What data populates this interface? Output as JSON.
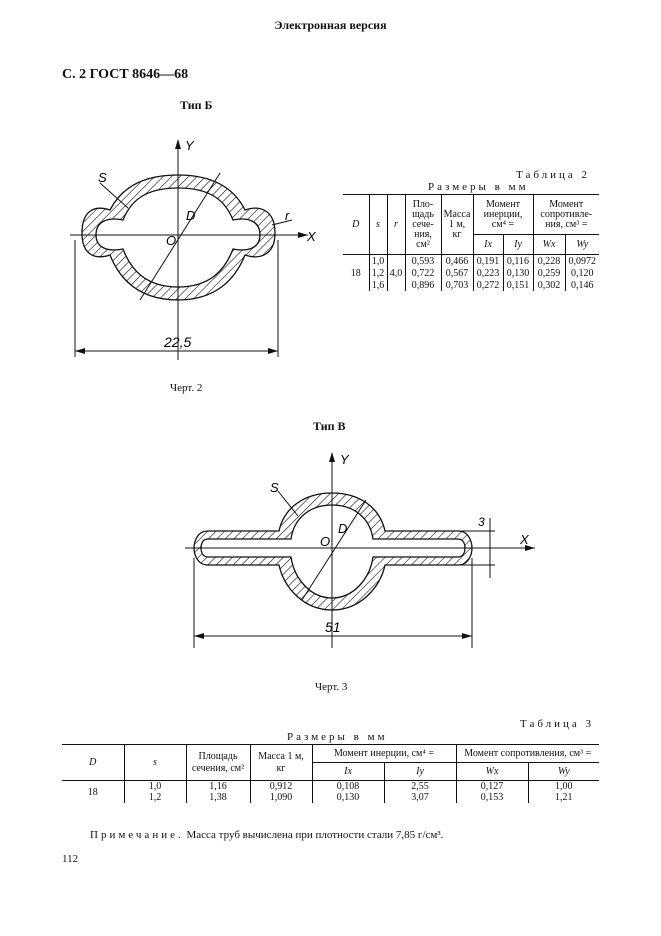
{
  "top_label": "Электронная версия",
  "header": "С. 2 ГОСТ 8646—68",
  "fig2": {
    "type_label": "Тип Б",
    "caption": "Черт. 2",
    "dims": {
      "s": "S",
      "r": "r",
      "D": "D",
      "O": "O",
      "Y": "Y",
      "X": "X",
      "width": "22,5"
    }
  },
  "fig3": {
    "type_label": "Тип В",
    "caption": "Черт. 3",
    "dims": {
      "s": "S",
      "D": "D",
      "O": "O",
      "Y": "Y",
      "X": "X",
      "three": "3",
      "width": "51"
    }
  },
  "table2": {
    "title": "Таблица 2",
    "subtitle": "Размеры в мм",
    "headers": {
      "D": "D",
      "s": "s",
      "r": "r",
      "area": [
        "Пло-",
        "щадь",
        "сече-",
        "ния,",
        "см²"
      ],
      "mass": [
        "Масса",
        "1 м,",
        "кг"
      ],
      "inertia": [
        "Момент",
        "инерции,",
        "см⁴ ="
      ],
      "resist": [
        "Момент",
        "сопротивле-",
        "ния, см³ ="
      ],
      "ix": "Ix",
      "iy": "Iy",
      "wx": "Wx",
      "wy": "Wy"
    },
    "rows": [
      {
        "D": "",
        "s": "1,0",
        "r": "",
        "area": "0,593",
        "mass": "0,466",
        "ix": "0,191",
        "iy": "0,116",
        "wx": "0,228",
        "wy": "0,0972"
      },
      {
        "D": "18",
        "s": "1,2",
        "r": "4,0",
        "area": "0,722",
        "mass": "0,567",
        "ix": "0,223",
        "iy": "0,130",
        "wx": "0,259",
        "wy": "0,120"
      },
      {
        "D": "",
        "s": "1,6",
        "r": "",
        "area": "0,896",
        "mass": "0,703",
        "ix": "0,272",
        "iy": "0,151",
        "wx": "0,302",
        "wy": "0,146"
      }
    ]
  },
  "table3": {
    "title": "Таблица 3",
    "subtitle": "Размеры в мм",
    "headers": {
      "D": "D",
      "s": "s",
      "area": [
        "Площадь",
        "сечения, см²"
      ],
      "mass": [
        "Масса 1 м,",
        "кг"
      ],
      "inertia": "Момент инерции, см⁴ =",
      "resist": "Момент сопротивления, см³ =",
      "ix": "Ix",
      "iy": "Iy",
      "wx": "Wx",
      "wy": "Wy"
    },
    "rows": [
      {
        "D": "18",
        "s": "1,0",
        "area": "1,16",
        "mass": "0,912",
        "ix": "0,108",
        "iy": "2,55",
        "wx": "0,127",
        "wy": "1,00"
      },
      {
        "D": "",
        "s": "1,2",
        "area": "1,38",
        "mass": "1,090",
        "ix": "0,130",
        "iy": "3,07",
        "wx": "0,153",
        "wy": "1,21"
      }
    ]
  },
  "note": {
    "label": "Примечание.",
    "text": "Масса труб вычислена при плотности стали 7,85 г/см³."
  },
  "page_number": "112"
}
